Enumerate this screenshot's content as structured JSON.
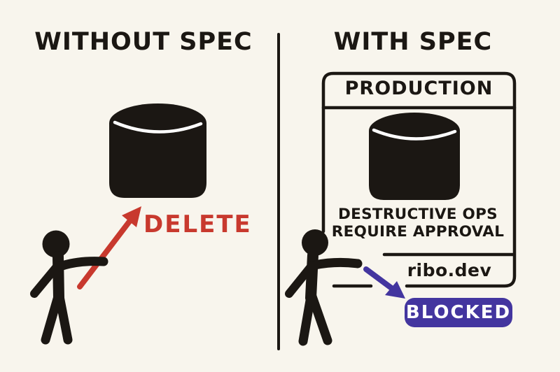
{
  "colors": {
    "bg": "#f8f5ed",
    "ink": "#1b1713",
    "red": "#c8392e",
    "purple": "#43359f",
    "white": "#ffffff"
  },
  "left_panel": {
    "title": "WITHOUT SPEC",
    "action_label": "DELETE",
    "icons": {
      "database": "database-icon",
      "person": "person-pointing-icon",
      "arrow": "delete-arrow-icon"
    }
  },
  "right_panel": {
    "title": "WITH SPEC",
    "box_label": "PRODUCTION",
    "policy_line1": "DESTRUCTIVE OPS",
    "policy_line2": "REQUIRE APPROVAL",
    "brand": "ribo.dev",
    "badge_label": "BLOCKED",
    "icons": {
      "database": "database-icon",
      "person": "person-pointing-icon",
      "arrow": "blocked-arrow-icon"
    }
  }
}
